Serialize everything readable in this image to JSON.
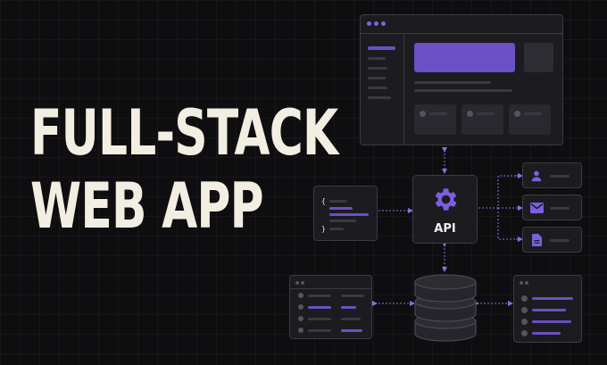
{
  "headline": {
    "line1": "FULL-STACK",
    "line2": "WEB APP"
  },
  "api": {
    "label": "API",
    "icon": "gear-icon"
  },
  "code": {
    "open_brace": "{",
    "close_brace": "}"
  },
  "services": [
    {
      "icon": "user-icon"
    },
    {
      "icon": "mail-icon"
    },
    {
      "icon": "document-icon"
    }
  ],
  "colors": {
    "background": "#0e0e10",
    "headline_text": "#f3eee2",
    "accent_purple": "#6b4fc4",
    "panel": "#1c1b20",
    "panel_border": "#3c3a44",
    "connector": "#8a6fe0"
  }
}
